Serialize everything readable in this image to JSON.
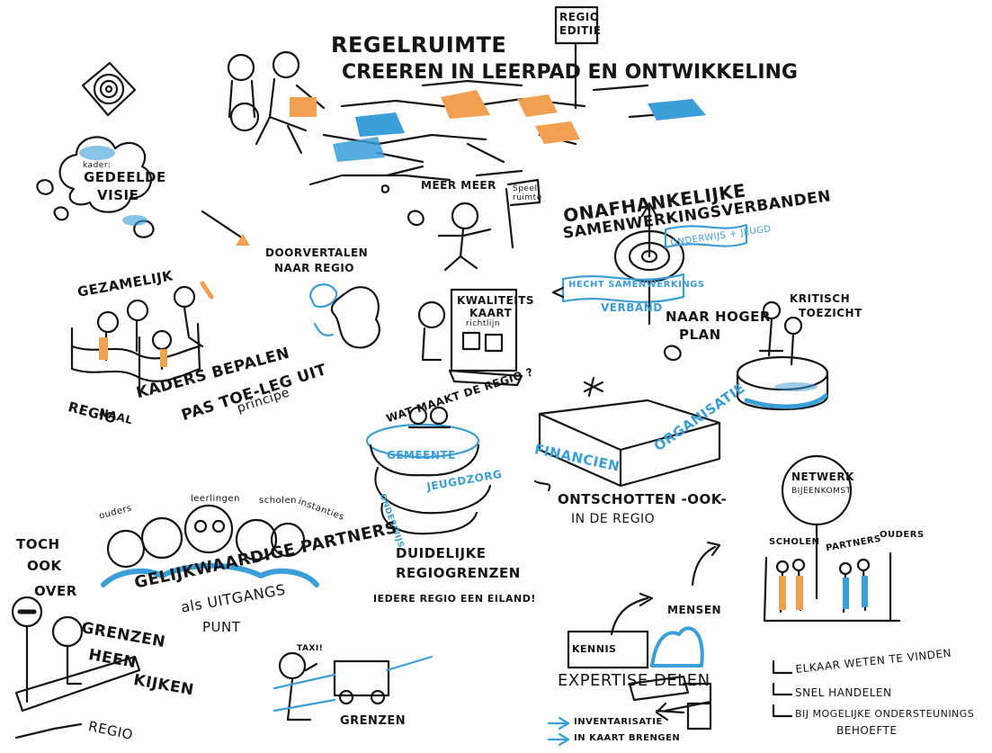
{
  "title": {
    "line1": "REGELRUIMTE",
    "line2": "CREEREN IN LEERPAD EN ONTWIKKELING",
    "sign": [
      "REGIO",
      "EDITIE"
    ]
  },
  "sections": {
    "vision": {
      "small": "kader:",
      "line1": "GEDEELDE",
      "line2": "VISIE"
    },
    "translate": [
      "DOORVERTALEN",
      "NAAR REGIO"
    ],
    "meer": {
      "label": "MEER MEER",
      "flag": [
        "Speel",
        "ruimte"
      ]
    },
    "onafhankelijke": {
      "line1": "ONAFHANKELIJKE",
      "line2": "SAMENWERKINGSVERBANDEN",
      "band1": "ONDERWIJS + JEUGD",
      "band2": "HECHT SAMENWERKINGS",
      "band3": "VERBAND",
      "arrow_label": "NAAR HOGER",
      "arrow_label2": "PLAN"
    },
    "gezamelijk": "GEZAMELIJK",
    "kwaliteitskaart": [
      "KWALITEITS",
      "KAART",
      "richtlijn"
    ],
    "kritisch": [
      "KRITISCH",
      "TOEZICHT"
    ],
    "regio_kaders": {
      "regio": "REGIO",
      "naal": "NAAL",
      "kaders": "KADERS BEPALEN",
      "pas": "PAS TOE-LEG UIT",
      "principe": "principe"
    },
    "wat_maakt": "WAT MAAKT DE REGIO ?",
    "islands": [
      "GEMEENTE",
      "JEUGDZORG",
      "ONDERWIJS"
    ],
    "financien": "FINANCIEN",
    "organisatie": "ORGANISATIE",
    "ontschotten": [
      "ONTSCHOTTEN -OOK-",
      "IN DE REGIO"
    ],
    "netwerk": [
      "NETWERK",
      "BIJEENKOMST"
    ],
    "group_labels": [
      "ouders",
      "leerlingen",
      "scholen",
      "instanties"
    ],
    "partners": [
      "GELIJKWAARDIGE PARTNERS",
      "als UITGANGS",
      "PUNT"
    ],
    "regiogrenzen": [
      "DUIDELIJKE",
      "REGIOGRENZEN",
      "IEDERE REGIO EEN EILAND!"
    ],
    "netwerk_groups": [
      "SCHOLEN",
      "PARTNERS",
      "OUDERS"
    ],
    "toch": [
      "TOCH",
      "OOK",
      "OVER",
      "GRENZEN",
      "HEEN",
      "KIJKEN"
    ],
    "regio_bottom": "REGIO",
    "taxi": [
      "TAXI!",
      "GRENZEN"
    ],
    "expertise": {
      "mensen": "MENSEN",
      "kennis": "KENNIS",
      "title": "EXPERTISE DELEN",
      "items": [
        "INVENTARISATIE",
        "IN KAART BRENGEN"
      ]
    },
    "bullets": [
      "ELKAAR WETEN TE VINDEN",
      "SNEL HANDELEN",
      "BIJ MOGELIJKE ONDERSTEUNINGS",
      "BEHOEFTE"
    ]
  },
  "colors": {
    "ink": "#151515",
    "blue": "#3a9ed8",
    "orange": "#f0a050"
  },
  "icons": [
    "target-icon",
    "arrow-icon",
    "sign-icon",
    "barrier-icon",
    "taxi-icon",
    "lighthouse-icon"
  ]
}
